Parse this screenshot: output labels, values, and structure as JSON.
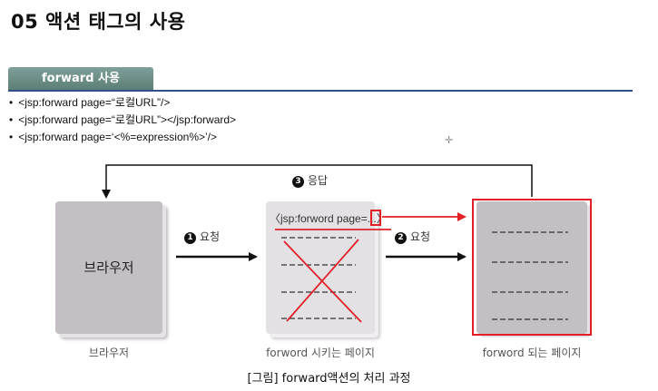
{
  "title": "05 액션 태그의 사용",
  "section": {
    "label": "forward 사용"
  },
  "bullets": [
    "<jsp:forward page=“로컬URL”/>",
    "<jsp:forward page=“로컬URL”></jsp:forward>",
    "<jsp:forward page=‘<%=expression%>’/>"
  ],
  "diagram": {
    "browser_box_label": "브라우저",
    "browser_caption": "브라우저",
    "forward_src_code": "〈jsp:forword page=",
    "forward_src_code_highlight": "...",
    "forward_src_code_end": "〉",
    "forward_src_caption": "forword 시키는 페이지",
    "forward_dst_caption": "forword 되는 페이지",
    "step1": {
      "num": "1",
      "label": "요청"
    },
    "step2": {
      "num": "2",
      "label": "요청"
    },
    "step3": {
      "num": "3",
      "label": "응답"
    },
    "figure_caption": "[그림] forward액션의 처리 과정",
    "crosshair_icon": "crosshair-icon",
    "accent_red": "#e21f26"
  }
}
